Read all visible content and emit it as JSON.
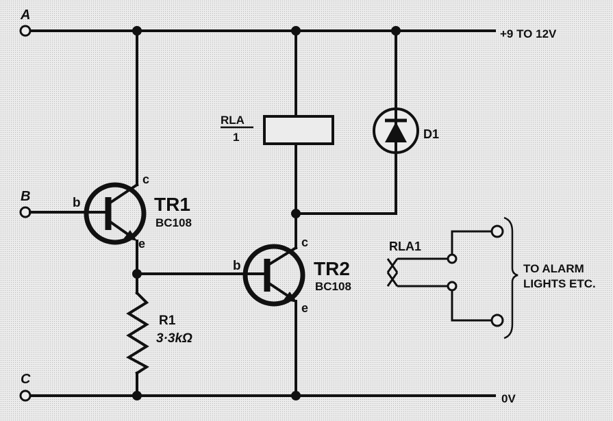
{
  "terminals": {
    "a": "A",
    "b": "B",
    "c": "C"
  },
  "supply": {
    "positive": "+9 TO 12V",
    "ground": "0V"
  },
  "tr1": {
    "name": "TR1",
    "type": "BC108",
    "pin_b": "b",
    "pin_c": "c",
    "pin_e": "e"
  },
  "tr2": {
    "name": "TR2",
    "type": "BC108",
    "pin_b": "b",
    "pin_c": "c",
    "pin_e": "e"
  },
  "r1": {
    "name": "R1",
    "value": "3·3kΩ"
  },
  "relay": {
    "name": "RLA",
    "contacts": "1"
  },
  "diode": {
    "name": "D1"
  },
  "relay_contact": {
    "name": "RLA1"
  },
  "output": {
    "line1": "TO ALARM",
    "line2": "LIGHTS ETC."
  }
}
